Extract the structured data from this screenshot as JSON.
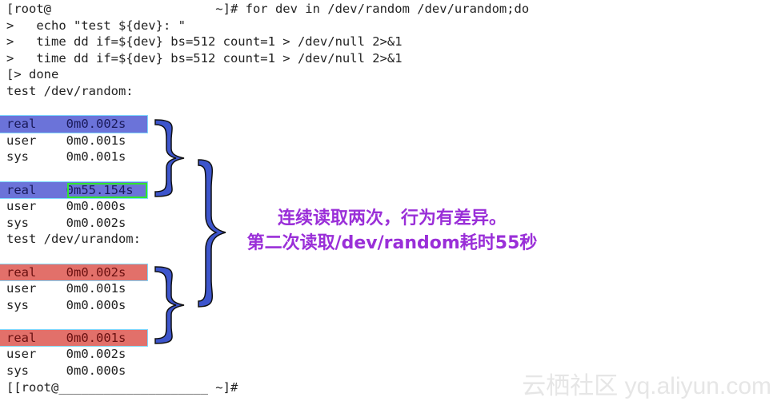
{
  "terminal": {
    "lines": [
      {
        "text": "[root@                      ~]# for dev in /dev/random /dev/urandom;do"
      },
      {
        "text": ">   echo \"test ${dev}: \""
      },
      {
        "text": ">   time dd if=${dev} bs=512 count=1 > /dev/null 2>&1"
      },
      {
        "text": ">   time dd if=${dev} bs=512 count=1 > /dev/null 2>&1"
      },
      {
        "text": "[> done"
      },
      {
        "text": "test /dev/random:"
      },
      {
        "text": ""
      },
      {
        "text": "real    0m0.002s",
        "hl": "blue"
      },
      {
        "text": "user    0m0.001s"
      },
      {
        "text": "sys     0m0.001s"
      },
      {
        "text": ""
      },
      {
        "text": "real    0m55.154s",
        "hl": "blue",
        "green": true
      },
      {
        "text": "user    0m0.000s"
      },
      {
        "text": "sys     0m0.002s"
      },
      {
        "text": "test /dev/urandom:"
      },
      {
        "text": ""
      },
      {
        "text": "real    0m0.002s",
        "hl": "red"
      },
      {
        "text": "user    0m0.001s"
      },
      {
        "text": "sys     0m0.000s"
      },
      {
        "text": ""
      },
      {
        "text": "real    0m0.001s",
        "hl": "red"
      },
      {
        "text": "user    0m0.002s"
      },
      {
        "text": "sys     0m0.000s"
      },
      {
        "text": "[[root@____________________ ~]#"
      }
    ]
  },
  "annotation": {
    "line1": "连续读取两次，行为有差异。",
    "line2": "第二次读取/dev/random耗时55秒"
  },
  "watermark": "云栖社区 yq.aliyun.com",
  "colors": {
    "blue_highlight": "#6b73d9",
    "red_highlight": "#e2706a",
    "green_box": "#2ee82e",
    "brace": "#3d55cc",
    "note": "#9a2fd8"
  }
}
